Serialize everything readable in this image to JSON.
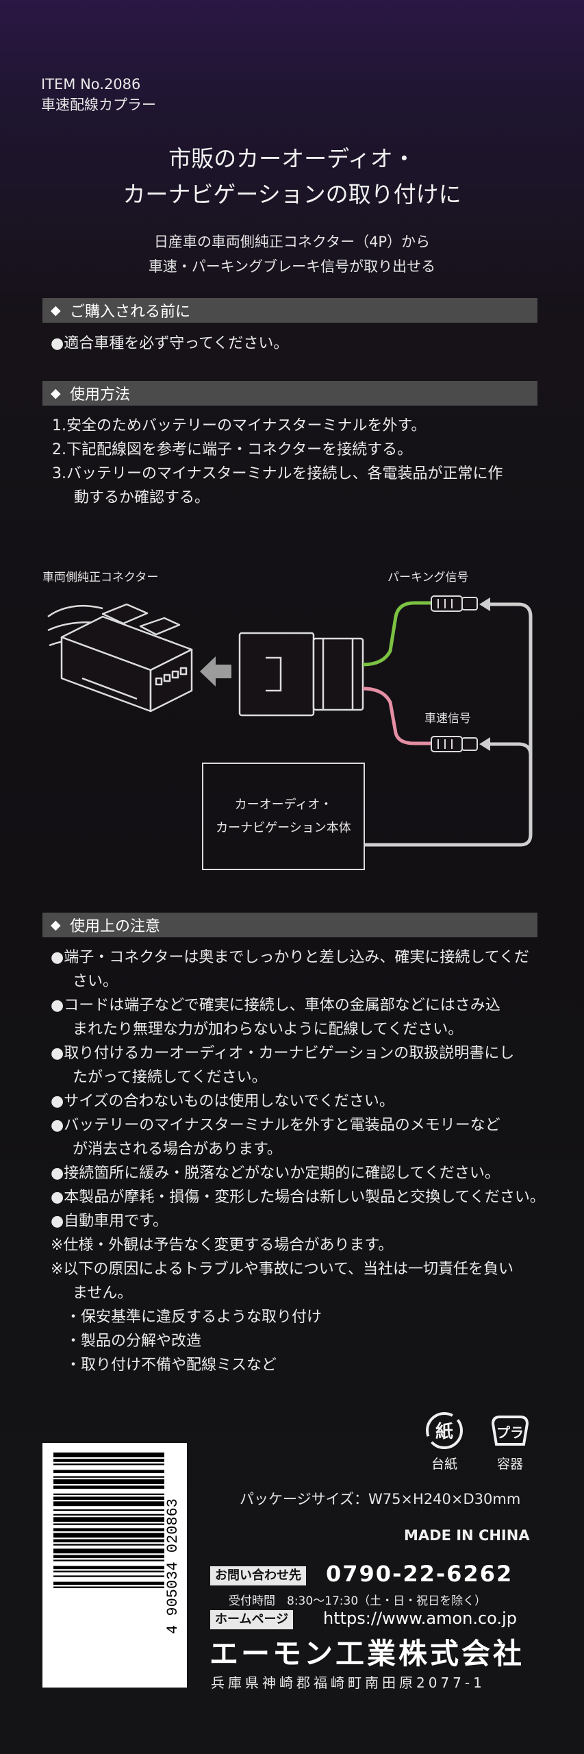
{
  "item": {
    "number": "ITEM No.2086",
    "name": "車速配線カプラー"
  },
  "headline": {
    "line1": "市販のカーオーディオ・",
    "line2": "カーナビゲーションの取り付けに"
  },
  "subline": {
    "line1": "日産車の車両側純正コネクター（4P）から",
    "line2": "車速・パーキングブレーキ信号が取り出せる"
  },
  "sections": {
    "before": {
      "title": "ご購入される前に",
      "items": [
        "●適合車種を必ず守ってください。"
      ]
    },
    "usage": {
      "title": "使用方法",
      "steps": [
        "1.安全のためバッテリーのマイナスターミナルを外す。",
        "2.下記配線図を参考に端子・コネクターを接続する。",
        "3.バッテリーのマイナスターミナルを接続し、各電装品が正常に作",
        "動するか確認する。"
      ]
    },
    "cautions": {
      "title": "使用上の注意",
      "lines": [
        "●端子・コネクターは奥までしっかりと差し込み、確実に接続してくだ",
        "さい。",
        "●コードは端子などで確実に接続し、車体の金属部などにはさみ込",
        "まれたり無理な力が加わらないように配線してください。",
        "●取り付けるカーオーディオ・カーナビゲーションの取扱説明書にし",
        "たがって接続してください。",
        "●サイズの合わないものは使用しないでください。",
        "●バッテリーのマイナスターミナルを外すと電装品のメモリーなど",
        "が消去される場合があります。",
        "●接続箇所に緩み・脱落などがないか定期的に確認してください。",
        "●本製品が摩耗・損傷・変形した場合は新しい製品と交換してください。",
        "●自動車用です。",
        "※仕様・外観は予告なく変更する場合があります。",
        "※以下の原因によるトラブルや事故について、当社は一切責任を負い",
        "ません。",
        "・保安基準に違反するような取り付け",
        "・製品の分解や改造",
        "・取り付け不備や配線ミスなど"
      ]
    }
  },
  "diagram": {
    "vehicle_connector_label": "車両側純正コネクター",
    "parking_label": "パーキング信号",
    "speed_label": "車速信号",
    "unit_line1": "カーオーディオ・",
    "unit_line2": "カーナビゲーション本体",
    "wire_colors": {
      "parking": "#7cc243",
      "speed": "#e58fa4",
      "return": "#cfcfcf"
    }
  },
  "recycle": {
    "paper_icon_char": "紙",
    "paper": "台紙",
    "plastic_icon_char": "プラ",
    "plastic": "容器"
  },
  "package_size": "パッケージサイズ：W75×H240×D30mm",
  "made_in": "MADE IN CHINA",
  "contact": {
    "tel_label": "お問い合わせ先",
    "tel": "0790-22-6262",
    "hours": "受付時間　8:30〜17:30（土・日・祝日を除く）",
    "web_label": "ホームページ",
    "url": "https://www.amon.co.jp"
  },
  "company": {
    "name": "エーモン工業株式会社",
    "address": "兵庫県神崎郡福崎町南田原2077-1"
  },
  "barcode": {
    "digits": "4 905034 020863"
  },
  "colors": {
    "section_bar": "#4b4b4b",
    "background_top": "#2a1744"
  }
}
